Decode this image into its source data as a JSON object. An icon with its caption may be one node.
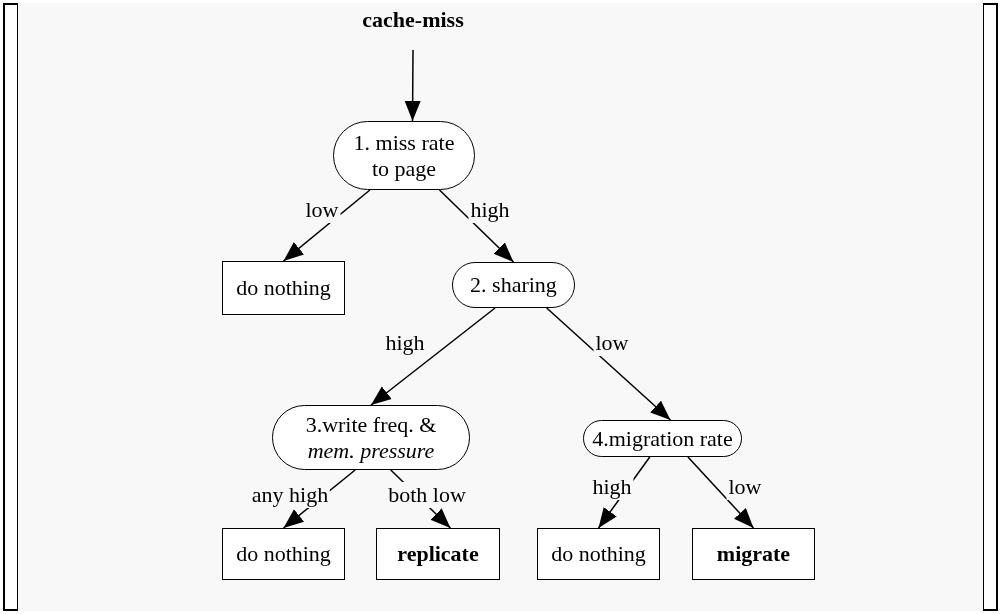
{
  "diagram": {
    "nodes": [
      {
        "text": [
          "cache-miss"
        ]
      },
      {
        "text": [
          "1. miss rate to page"
        ]
      },
      {
        "text": [
          "do nothing"
        ]
      },
      {
        "text": [
          "2. sharing"
        ]
      },
      {
        "text": [
          "3.write freq. & *mem. pressure*"
        ]
      },
      {
        "text": [
          "4.migration rate"
        ]
      },
      {
        "text": [
          "do nothing"
        ]
      },
      {
        "text": [
          "replicate"
        ]
      },
      {
        "text": [
          "do nothing"
        ]
      },
      {
        "text": [
          "migrate"
        ]
      }
    ],
    "edges": [
      {
        "from": 0,
        "to": 1,
        "arrow": "to"
      },
      {
        "from": 1,
        "to": 2,
        "arrow": "to",
        "label": "low"
      },
      {
        "from": 1,
        "to": 3,
        "arrow": "to",
        "label": "high"
      },
      {
        "from": 3,
        "to": 4,
        "arrow": "to",
        "label": "high"
      },
      {
        "from": 3,
        "to": 5,
        "arrow": "to",
        "label": "low"
      },
      {
        "from": 4,
        "to": 6,
        "arrow": "to",
        "label": "any high"
      },
      {
        "from": 4,
        "to": 7,
        "arrow": "to",
        "label": "both low"
      },
      {
        "from": 5,
        "to": 8,
        "arrow": "to",
        "label": "high"
      },
      {
        "from": 5,
        "to": 9,
        "arrow": "to",
        "label": "low"
      }
    ]
  }
}
